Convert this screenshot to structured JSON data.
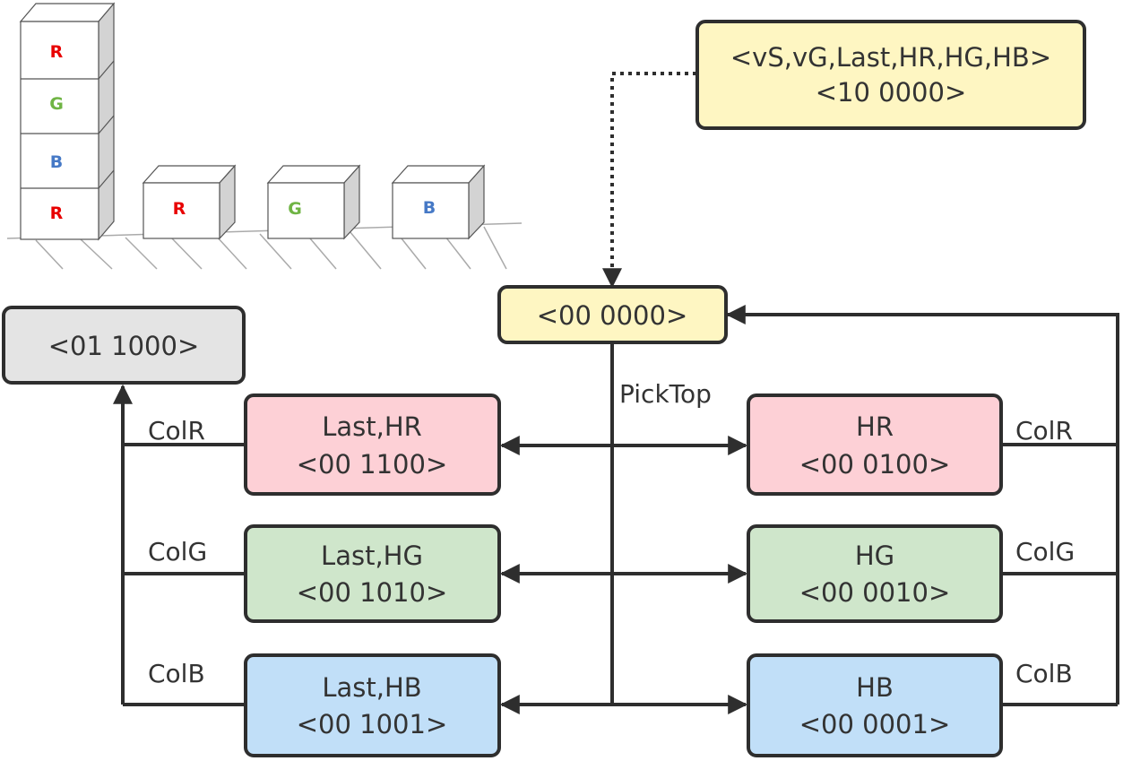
{
  "colors": {
    "yellow": "#fef6c2",
    "gray": "#e4e4e4",
    "red": "#fdd0d6",
    "green": "#cfe6cb",
    "blue": "#c1dff8",
    "stroke": "#2e2e2e",
    "letter_R": "#e80000",
    "letter_G": "#6fb444",
    "letter_B": "#4679c6"
  },
  "illustration": {
    "stack": [
      "R",
      "G",
      "B",
      "R"
    ],
    "singles": [
      "R",
      "G",
      "B"
    ]
  },
  "states": {
    "goal": {
      "line1": "<vS,vG,Last,HR,HG,HB>",
      "line2": "<10 0000>"
    },
    "init": {
      "line1": "<00 0000>"
    },
    "done": {
      "line1": "<01 1000>"
    },
    "last_hr": {
      "line1": "Last,HR",
      "line2": "<00 1100>"
    },
    "last_hg": {
      "line1": "Last,HG",
      "line2": "<00 1010>"
    },
    "last_hb": {
      "line1": "Last,HB",
      "line2": "<00 1001>"
    },
    "hr": {
      "line1": "HR",
      "line2": "<00 0100>"
    },
    "hg": {
      "line1": "HG",
      "line2": "<00 0010>"
    },
    "hb": {
      "line1": "HB",
      "line2": "<00 0001>"
    }
  },
  "edges": {
    "pick_top": "PickTop",
    "left_col_r": "ColR",
    "left_col_g": "ColG",
    "left_col_b": "ColB",
    "right_col_r": "ColR",
    "right_col_g": "ColG",
    "right_col_b": "ColB"
  }
}
